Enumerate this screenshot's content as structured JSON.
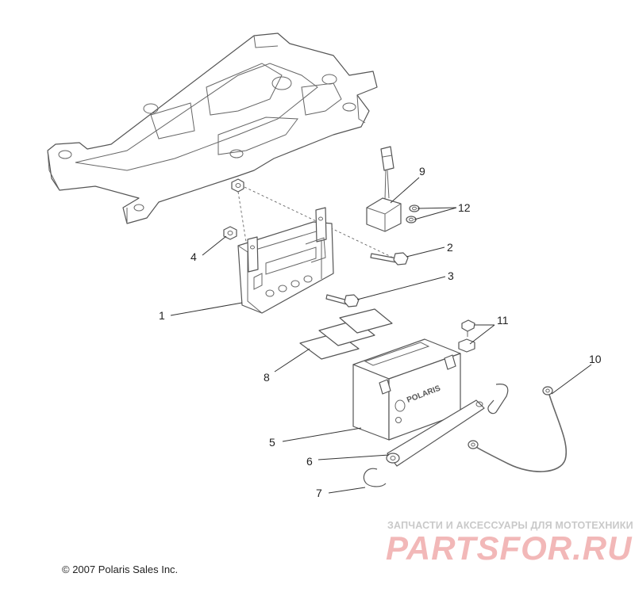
{
  "callouts": [
    {
      "label": "1"
    },
    {
      "label": "2"
    },
    {
      "label": "3"
    },
    {
      "label": "4"
    },
    {
      "label": "5"
    },
    {
      "label": "6"
    },
    {
      "label": "7"
    },
    {
      "label": "8"
    },
    {
      "label": "9"
    },
    {
      "label": "10"
    },
    {
      "label": "11"
    },
    {
      "label": "12"
    }
  ],
  "battery_brand": "POLARIS",
  "copyright": "© 2007 Polaris Sales Inc.",
  "watermark": {
    "subtitle": "ЗАПЧАСТИ И АКСЕССУАРЫ ДЛЯ МОТОТЕХНИКИ",
    "logo": "PARTSFOR.RU"
  }
}
